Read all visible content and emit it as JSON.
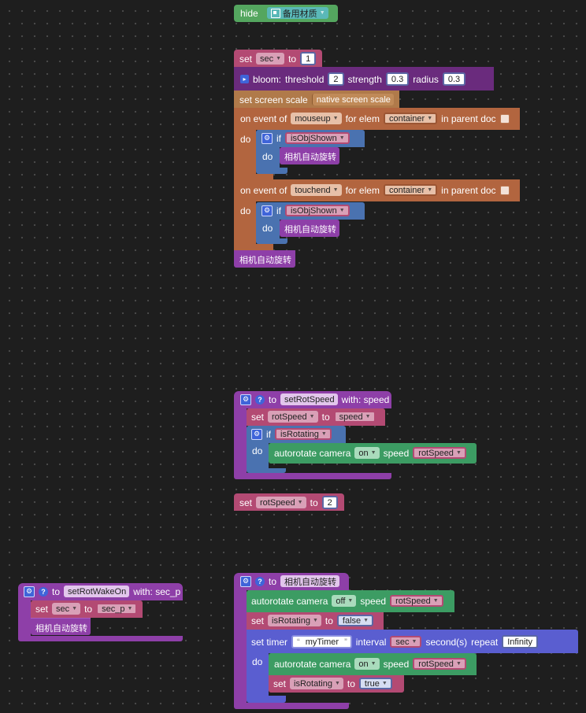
{
  "colors": {
    "background": "#1e1e1e",
    "grid_dot": "#4a4a4a",
    "event_brown": "#b2653f",
    "variable_pink": "#b34a73",
    "procedure_purple": "#8e3fa8",
    "control_blue": "#4a72b0",
    "camera_green": "#3c9c63",
    "math_blue": "#5b67a5",
    "bloom_purple": "#6a2b7d",
    "scale_tan": "#b07a4a",
    "timer_blue": "#5a5ed0",
    "hide_green": "#54a65f"
  },
  "hide_block": {
    "label": "hide",
    "material_icon": "material-icon",
    "material": "备用材质"
  },
  "set_sec": {
    "set": "set",
    "var": "sec",
    "to": "to",
    "value": "1"
  },
  "bloom": {
    "icon": "expand-icon",
    "label": "bloom:",
    "threshold_label": "threshold",
    "threshold": "2",
    "strength_label": "strength",
    "strength": "0.3",
    "radius_label": "radius",
    "radius": "0.3"
  },
  "screen_scale": {
    "label": "set screen scale",
    "value": "native screen scale"
  },
  "event_mouseup": {
    "on_event": "on event of",
    "event": "mouseup",
    "for_elem": "for elem",
    "elem": "container",
    "in_parent": "in parent doc",
    "do": "do",
    "if": "if",
    "cond": "isObjShown",
    "do_inner": "do",
    "call": "相机自动旋转"
  },
  "event_touchend": {
    "on_event": "on event of",
    "event": "touchend",
    "for_elem": "for elem",
    "elem": "container",
    "in_parent": "in parent doc",
    "do": "do",
    "if": "if",
    "cond": "isObjShown",
    "do_inner": "do",
    "call": "相机自动旋转"
  },
  "call_rotate_top": "相机自动旋转",
  "proc_setRotSpeed": {
    "to": "to",
    "name": "setRotSpeed",
    "with": "with: speed",
    "set": "set",
    "var": "rotSpeed",
    "set_to": "to",
    "value": "speed",
    "if": "if",
    "cond": "isRotating",
    "do": "do",
    "autorotate": "autorotate camera",
    "state": "on",
    "speed_label": "speed",
    "speed_var": "rotSpeed"
  },
  "set_rotSpeed": {
    "set": "set",
    "var": "rotSpeed",
    "to": "to",
    "value": "2"
  },
  "proc_setRotWakeOn": {
    "to": "to",
    "name": "setRotWakeOn",
    "with": "with: sec_p",
    "set": "set",
    "var": "sec",
    "set_to": "to",
    "value": "sec_p",
    "call": "相机自动旋转"
  },
  "proc_rotate": {
    "to": "to",
    "name": "相机自动旋转",
    "autorotate": "autorotate camera",
    "state_off": "off",
    "speed_label": "speed",
    "speed_var": "rotSpeed",
    "set": "set",
    "var_rot": "isRotating",
    "to2": "to",
    "false_val": "false",
    "set_timer": "set timer",
    "timer_name": "myTimer",
    "interval": "interval",
    "interval_var": "sec",
    "seconds": "second(s)",
    "repeat": "repeat",
    "repeat_val": "Infinity",
    "do": "do",
    "autorotate2": "autorotate camera",
    "state_on": "on",
    "speed_label2": "speed",
    "speed_var2": "rotSpeed",
    "set2": "set",
    "var_rot2": "isRotating",
    "to3": "to",
    "true_val": "true"
  }
}
